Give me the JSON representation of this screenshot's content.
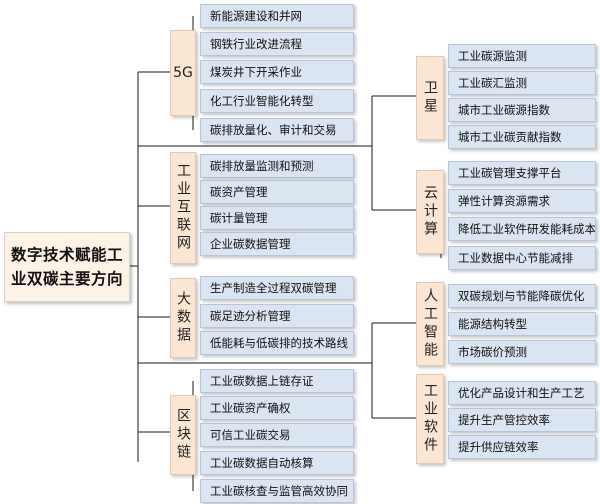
{
  "root": {
    "line1": "数字技术赋能工",
    "line2": "业双碳主要方向"
  },
  "branches": [
    {
      "label": "5G",
      "items": [
        "新能源建设和并网",
        "钢铁行业改进流程",
        "煤炭井下开采作业",
        "化工行业智能化转型",
        "碳排放量化、审计和交易"
      ]
    },
    {
      "label": "工业互联网",
      "items": [
        "碳排放量监测和预测",
        "碳资产管理",
        "碳计量管理",
        "企业碳数据管理"
      ]
    },
    {
      "label": "大数据",
      "items": [
        "生产制造全过程双碳管理",
        "碳足迹分析管理",
        "低能耗与低碳排的技术路线"
      ]
    },
    {
      "label": "区块链",
      "items": [
        "工业碳数据上链存证",
        "工业碳资产确权",
        "可信工业碳交易",
        "工业碳数据自动核算",
        "工业碳核查与监管高效协同"
      ]
    },
    {
      "label": "卫星",
      "items": [
        "工业碳源监测",
        "工业碳汇监测",
        "城市工业碳源指数",
        "城市工业碳贡献指数"
      ]
    },
    {
      "label": "云计算",
      "items": [
        "工业碳管理支撑平台",
        "弹性计算资源需求",
        "降低工业软件研发能耗成本",
        "工业数据中心节能减排"
      ]
    },
    {
      "label": "人工智能",
      "items": [
        "双碳规划与节能降碳优化",
        "能源结构转型",
        "市场碳价预测"
      ]
    },
    {
      "label": "工业软件",
      "items": [
        "优化产品设计和生产工艺",
        "提升生产管控效率",
        "提升供应链效率"
      ]
    }
  ]
}
